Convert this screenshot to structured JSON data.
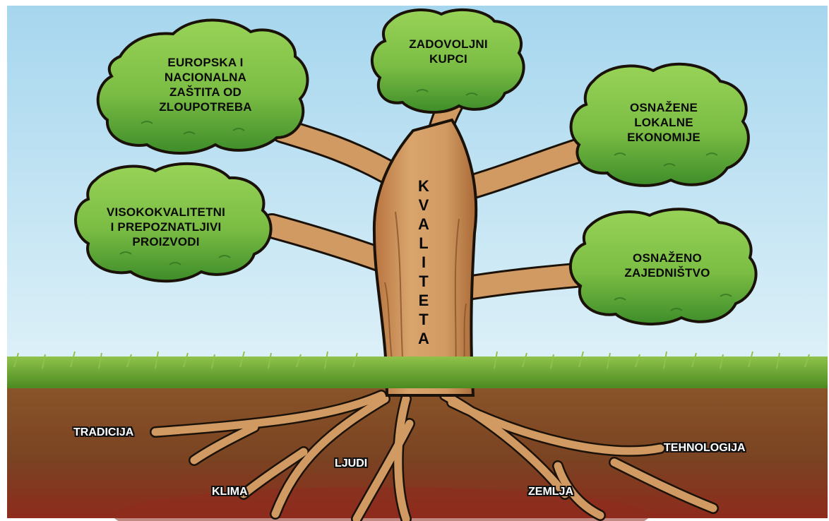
{
  "trunk_label": "KVALITETA",
  "crowns": [
    {
      "id": "europska",
      "text": "EUROPSKA I\nNACIONALNA\nZAŠTITA OD\nZLOUPOTREBA"
    },
    {
      "id": "kupci",
      "text": "ZADOVOLJNI\nKUPCI"
    },
    {
      "id": "ekonomije",
      "text": "OSNAŽENE\nLOKALNE\nEKONOMIJE"
    },
    {
      "id": "proizvodi",
      "text": "VISOKOKVALITETNI\nI PREPOZNATLJIVI\nPROIZVODI"
    },
    {
      "id": "zajednistvo",
      "text": "OSNAŽENO\nZAJEDNIŠTVO"
    }
  ],
  "roots": [
    {
      "id": "tradicija",
      "text": "TRADICIJA"
    },
    {
      "id": "klima",
      "text": "KLIMA"
    },
    {
      "id": "ljudi",
      "text": "LJUDI"
    },
    {
      "id": "zemlja",
      "text": "ZEMLJA"
    },
    {
      "id": "tehnologija",
      "text": "TEHNOLOGIJA"
    }
  ],
  "colors": {
    "sky_top": "#a6d6ee",
    "sky_bottom": "#dcf0f8",
    "grass": "#5f9e2c",
    "soil": "#7e4a25",
    "soil_dark": "#8e2b1d",
    "trunk": "#d29a63",
    "trunk_shade": "#b87a45",
    "leaf_light": "#92cf52",
    "leaf_dark": "#3f8f2b",
    "outline": "#1a1208"
  }
}
